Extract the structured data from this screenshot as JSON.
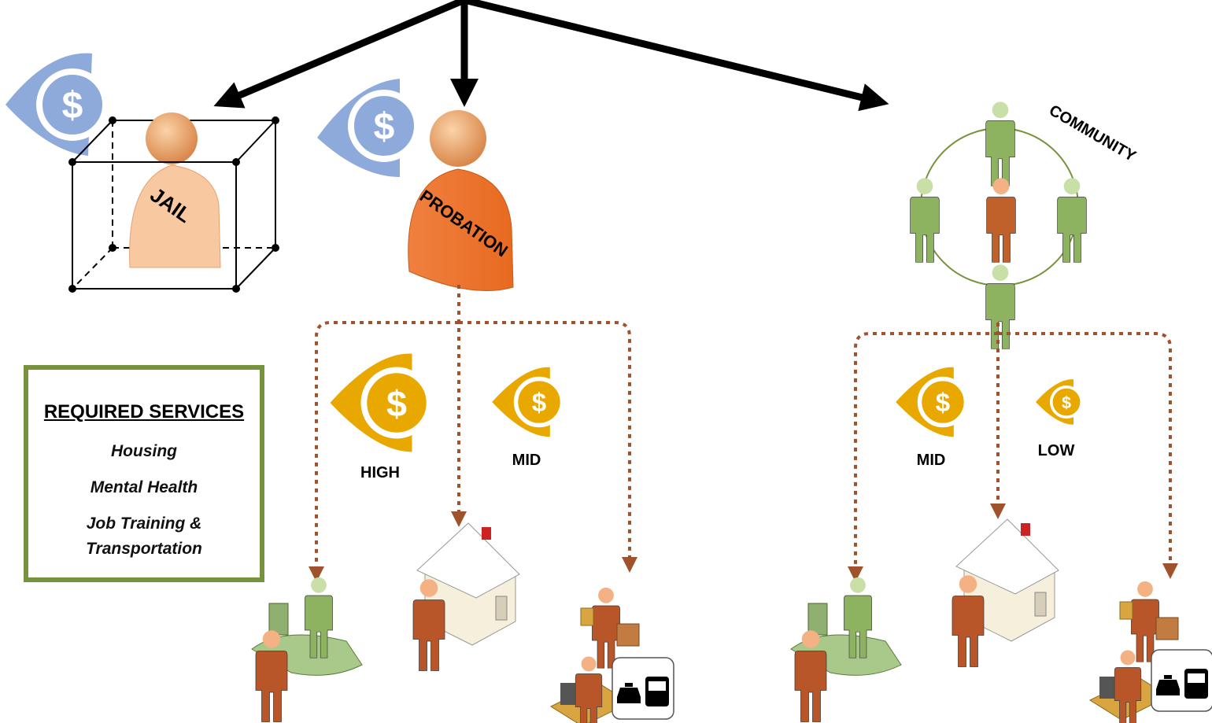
{
  "labels": {
    "jail": "JAIL",
    "probation": "PROBATION",
    "community": "COMMUNITY",
    "high": "HIGH",
    "mid_probation": "MID",
    "mid_community": "MID",
    "low": "LOW"
  },
  "required_services": {
    "title": "REQUIRED SERVICES",
    "items": [
      "Housing",
      "Mental Health"
    ],
    "job_line1": "Job Training &",
    "job_line2": "Transportation"
  },
  "cost_symbol": "$",
  "colors": {
    "cost_blue": "#8eaadb",
    "cost_gold": "#e8a800",
    "person_orange": "#e8752e",
    "person_peach": "#f4b183",
    "community_green": "#76923c",
    "dotted_arrow": "#a0522d",
    "box_border": "#76923c"
  },
  "icons": [
    "cost-eye-icon",
    "person-icon",
    "jail-cube-icon",
    "house-icon",
    "desk-worker-icon",
    "delivery-worker-icon",
    "taxi-bus-icon"
  ]
}
